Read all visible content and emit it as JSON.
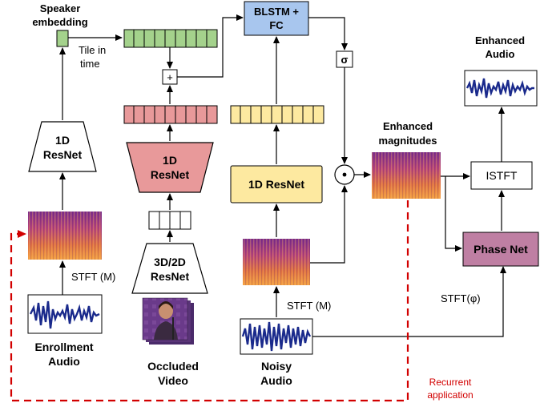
{
  "labels": {
    "speaker_embedding_line1": "Speaker",
    "speaker_embedding_line2": "embedding",
    "tile_line1": "Tile in",
    "tile_line2": "time",
    "resnet1d_left_line1": "1D",
    "resnet1d_left_line2": "ResNet",
    "stft_m_left": "STFT (M)",
    "enrollment_line1": "Enrollment",
    "enrollment_line2": "Audio",
    "plus": "+",
    "resnet1d_mid_line1": "1D",
    "resnet1d_mid_line2": "ResNet",
    "resnet3d_line1": "3D/2D",
    "resnet3d_line2": "ResNet",
    "occluded_line1": "Occluded",
    "occluded_line2": "Video",
    "blstm_line1": "BLSTM +",
    "blstm_line2": "FC",
    "resnet1d_right": "1D ResNet",
    "stft_m_right": "STFT (M)",
    "noisy_line1": "Noisy",
    "noisy_line2": "Audio",
    "sigma": "σ",
    "dot": "⊙",
    "enhanced_mag_line1": "Enhanced",
    "enhanced_mag_line2": "magnitudes",
    "enhanced_audio_line1": "Enhanced",
    "enhanced_audio_line2": "Audio",
    "istft": "ISTFT",
    "phase_net": "Phase Net",
    "stft_phi": "STFT(φ)",
    "recurrent_line1": "Recurrent",
    "recurrent_line2": "application"
  },
  "colors": {
    "green": "#a4d28c",
    "pink": "#e8999a",
    "yellow": "#fde9a0",
    "blue": "#a8c6ee",
    "purple": "#bf7fa3",
    "recurrent": "#d20000",
    "wave": "#1a2a8c"
  }
}
